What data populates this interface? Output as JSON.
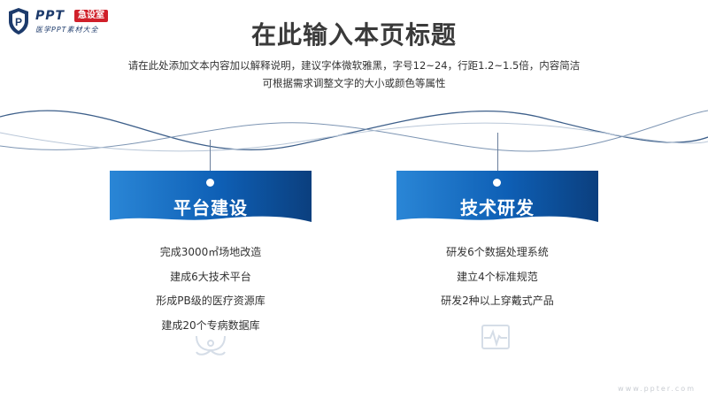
{
  "logo": {
    "brand": "PPT",
    "tag": "急设室",
    "subtitle": "医学PPT素材大全"
  },
  "title": "在此输入本页标题",
  "description": {
    "line1": "请在此处添加文本内容加以解释说明，建议字体微软雅黑，字号12~24，行距1.2~1.5倍，内容简洁",
    "line2": "可根据需求调整文字的大小或颜色等属性"
  },
  "columns": [
    {
      "heading": "平台建设",
      "items": [
        "完成3000㎡场地改造",
        "建成6大技术平台",
        "形成PB级的医疗资源库",
        "建成20个专病数据库"
      ],
      "icon": "stethoscope-icon"
    },
    {
      "heading": "技术研发",
      "items": [
        "研发6个数据处理系统",
        "建立4个标准规范",
        "研发2种以上穿戴式产品"
      ],
      "icon": "heart-monitor-icon"
    }
  ],
  "watermark": "www.ppter.com",
  "colors": {
    "banner_dark": "#0b3f7e",
    "banner_light": "#2a86d6",
    "brand_red": "#d0202a",
    "brand_navy": "#1c3a6b"
  }
}
